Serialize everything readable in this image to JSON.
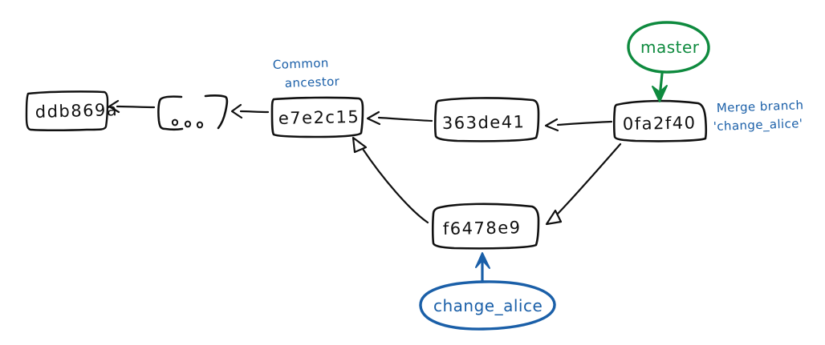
{
  "diagram": {
    "title": "git merge commit graph",
    "background_color": "#ffffff",
    "stroke_color": "#111111",
    "blue_color": "#1a5fa8",
    "green_color": "#0e8a3e"
  },
  "commits": [
    {
      "id": "ddb869a",
      "hash": "ddb869a"
    },
    {
      "id": "ellipsis",
      "hash": "[ . . . ]"
    },
    {
      "id": "e7e2c15",
      "hash": "e7e2c15"
    },
    {
      "id": "363de41",
      "hash": "363de41"
    },
    {
      "id": "0fa2f40",
      "hash": "0fa2f40"
    },
    {
      "id": "f6478e9",
      "hash": "f6478e9"
    }
  ],
  "branches": [
    {
      "id": "master",
      "label": "master",
      "color": "#0e8a3e"
    },
    {
      "id": "change_alice",
      "label": "change_alice",
      "color": "#1a5fa8"
    }
  ],
  "annotations": [
    {
      "id": "common-ancestor",
      "line1": "Common",
      "line2": "ancestor",
      "color": "#1a5fa8"
    },
    {
      "id": "merge-message",
      "line1": "Merge branch",
      "line2": "'change_alice'",
      "color": "#1a5fa8"
    }
  ],
  "edges": [
    {
      "from": "ellipsis",
      "to": "ddb869a",
      "color": "#111111",
      "head": "open"
    },
    {
      "from": "e7e2c15",
      "to": "ellipsis",
      "color": "#111111",
      "head": "open"
    },
    {
      "from": "363de41",
      "to": "e7e2c15",
      "color": "#111111",
      "head": "open"
    },
    {
      "from": "0fa2f40",
      "to": "363de41",
      "color": "#111111",
      "head": "open"
    },
    {
      "from": "f6478e9",
      "to": "e7e2c15",
      "color": "#111111",
      "head": "open"
    },
    {
      "from": "0fa2f40",
      "to": "f6478e9",
      "color": "#111111",
      "head": "open"
    },
    {
      "from": "master",
      "to": "0fa2f40",
      "color": "#0e8a3e",
      "head": "solid"
    },
    {
      "from": "change_alice",
      "to": "f6478e9",
      "color": "#1a5fa8",
      "head": "solid"
    }
  ]
}
